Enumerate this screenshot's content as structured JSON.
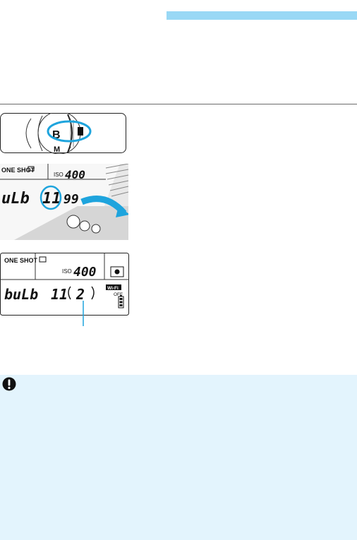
{
  "mode_dial": {
    "selected_mode": "B",
    "other_mode": "M"
  },
  "lcd_closeup": {
    "af_mode": "ONE SHOT",
    "iso_label": "ISO",
    "iso_value": "400",
    "display_left": "uLb",
    "display_right": "11",
    "display_trailing": "99"
  },
  "lcd_panel": {
    "af_mode": "ONE SHOT",
    "iso_label": "ISO",
    "iso_value": "400",
    "mode_text": "buLb",
    "timer_hours": "11",
    "timer_value": "2",
    "wifi_label": "Wi-Fi",
    "wifi_state": "OFF"
  },
  "colors": {
    "header_bar": "#99d8f5",
    "highlight": "#1ea4dd",
    "caution_bg": "#e3f4fd"
  },
  "caution": {
    "icon": "caution-icon"
  }
}
